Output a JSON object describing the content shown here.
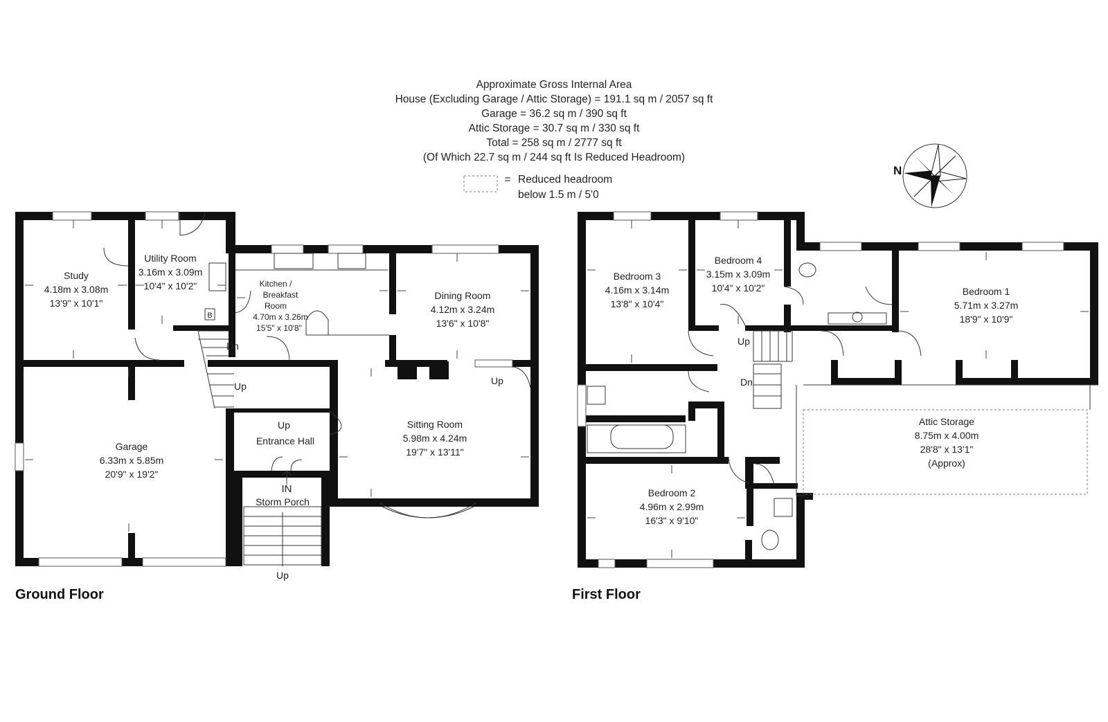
{
  "header": {
    "lines": [
      "Approximate Gross Internal Area",
      "House (Excluding Garage / Attic Storage) = 191.1 sq m / 2057 sq ft",
      "Garage = 36.2 sq m / 390 sq ft",
      "Attic Storage = 30.7 sq m / 330 sq ft",
      "Total = 258 sq m / 2777 sq ft",
      "(Of Which 22.7 sq m / 244 sq ft Is Reduced Headroom)"
    ],
    "legend_symbol": "=",
    "legend_line1": "Reduced headroom",
    "legend_line2": "below 1.5 m / 5'0"
  },
  "compass": {
    "label": "N"
  },
  "ground_floor": {
    "title": "Ground Floor",
    "rooms": {
      "study": [
        "Study",
        "4.18m x 3.08m",
        "13'9\" x 10'1\""
      ],
      "utility": [
        "Utility Room",
        "3.16m x 3.09m",
        "10'4\" x 10'2\""
      ],
      "kitchen": [
        "Kitchen /",
        "Breakfast",
        "Room",
        "4.70m x 3.26m",
        "15'5\" x 10'8\""
      ],
      "dining": [
        "Dining Room",
        "4.12m x 3.24m",
        "13'6\" x 10'8\""
      ],
      "garage": [
        "Garage",
        "6.33m x 5.85m",
        "20'9\" x 19'2\""
      ],
      "sitting": [
        "Sitting Room",
        "5.98m x 4.24m",
        "19'7\" x 13'11\""
      ],
      "entrance": "Entrance Hall",
      "porch": "Storm Porch"
    },
    "marks": {
      "boiler": "B",
      "dn": "Dn",
      "up_stairs": "Up",
      "up_hall": "Up",
      "up_sitting": "Up",
      "in": "IN",
      "up_steps": "Up"
    }
  },
  "first_floor": {
    "title": "First Floor",
    "rooms": {
      "bed3": [
        "Bedroom 3",
        "4.16m x 3.14m",
        "13'8\" x 10'4\""
      ],
      "bed4": [
        "Bedroom 4",
        "3.15m x 3.09m",
        "10'4\" x 10'2\""
      ],
      "bed1": [
        "Bedroom 1",
        "5.71m x 3.27m",
        "18'9\" x 10'9\""
      ],
      "bed2": [
        "Bedroom 2",
        "4.96m x 2.99m",
        "16'3\" x 9'10\""
      ],
      "attic": [
        "Attic Storage",
        "8.75m x 4.00m",
        "28'8\" x 13'1\"",
        "(Approx)"
      ]
    },
    "marks": {
      "up": "Up",
      "dn": "Dn"
    }
  }
}
